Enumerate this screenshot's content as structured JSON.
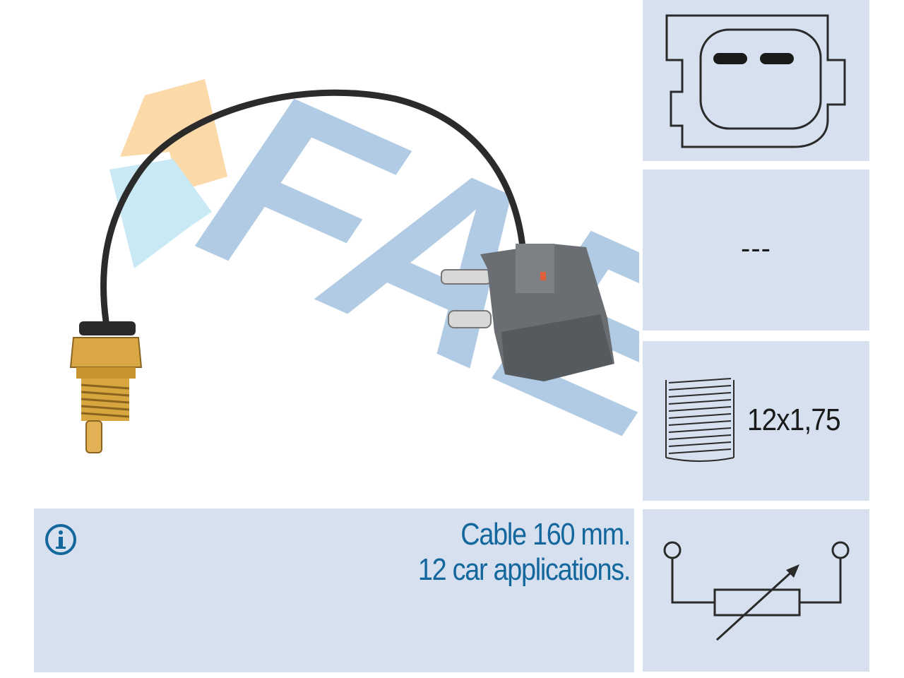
{
  "info": {
    "line1": "Cable 160 mm.",
    "line2": "12 car applications."
  },
  "specs": {
    "value": "---",
    "thread": "12x1,75"
  },
  "logo": {
    "text": "FAE"
  },
  "colors": {
    "panel_bg": "#d6e0ef",
    "text_blue": "#14679d",
    "logo_blue": "#a8c6e0",
    "logo_orange": "#fbd9a8",
    "logo_cyan": "#c9e9f4"
  }
}
